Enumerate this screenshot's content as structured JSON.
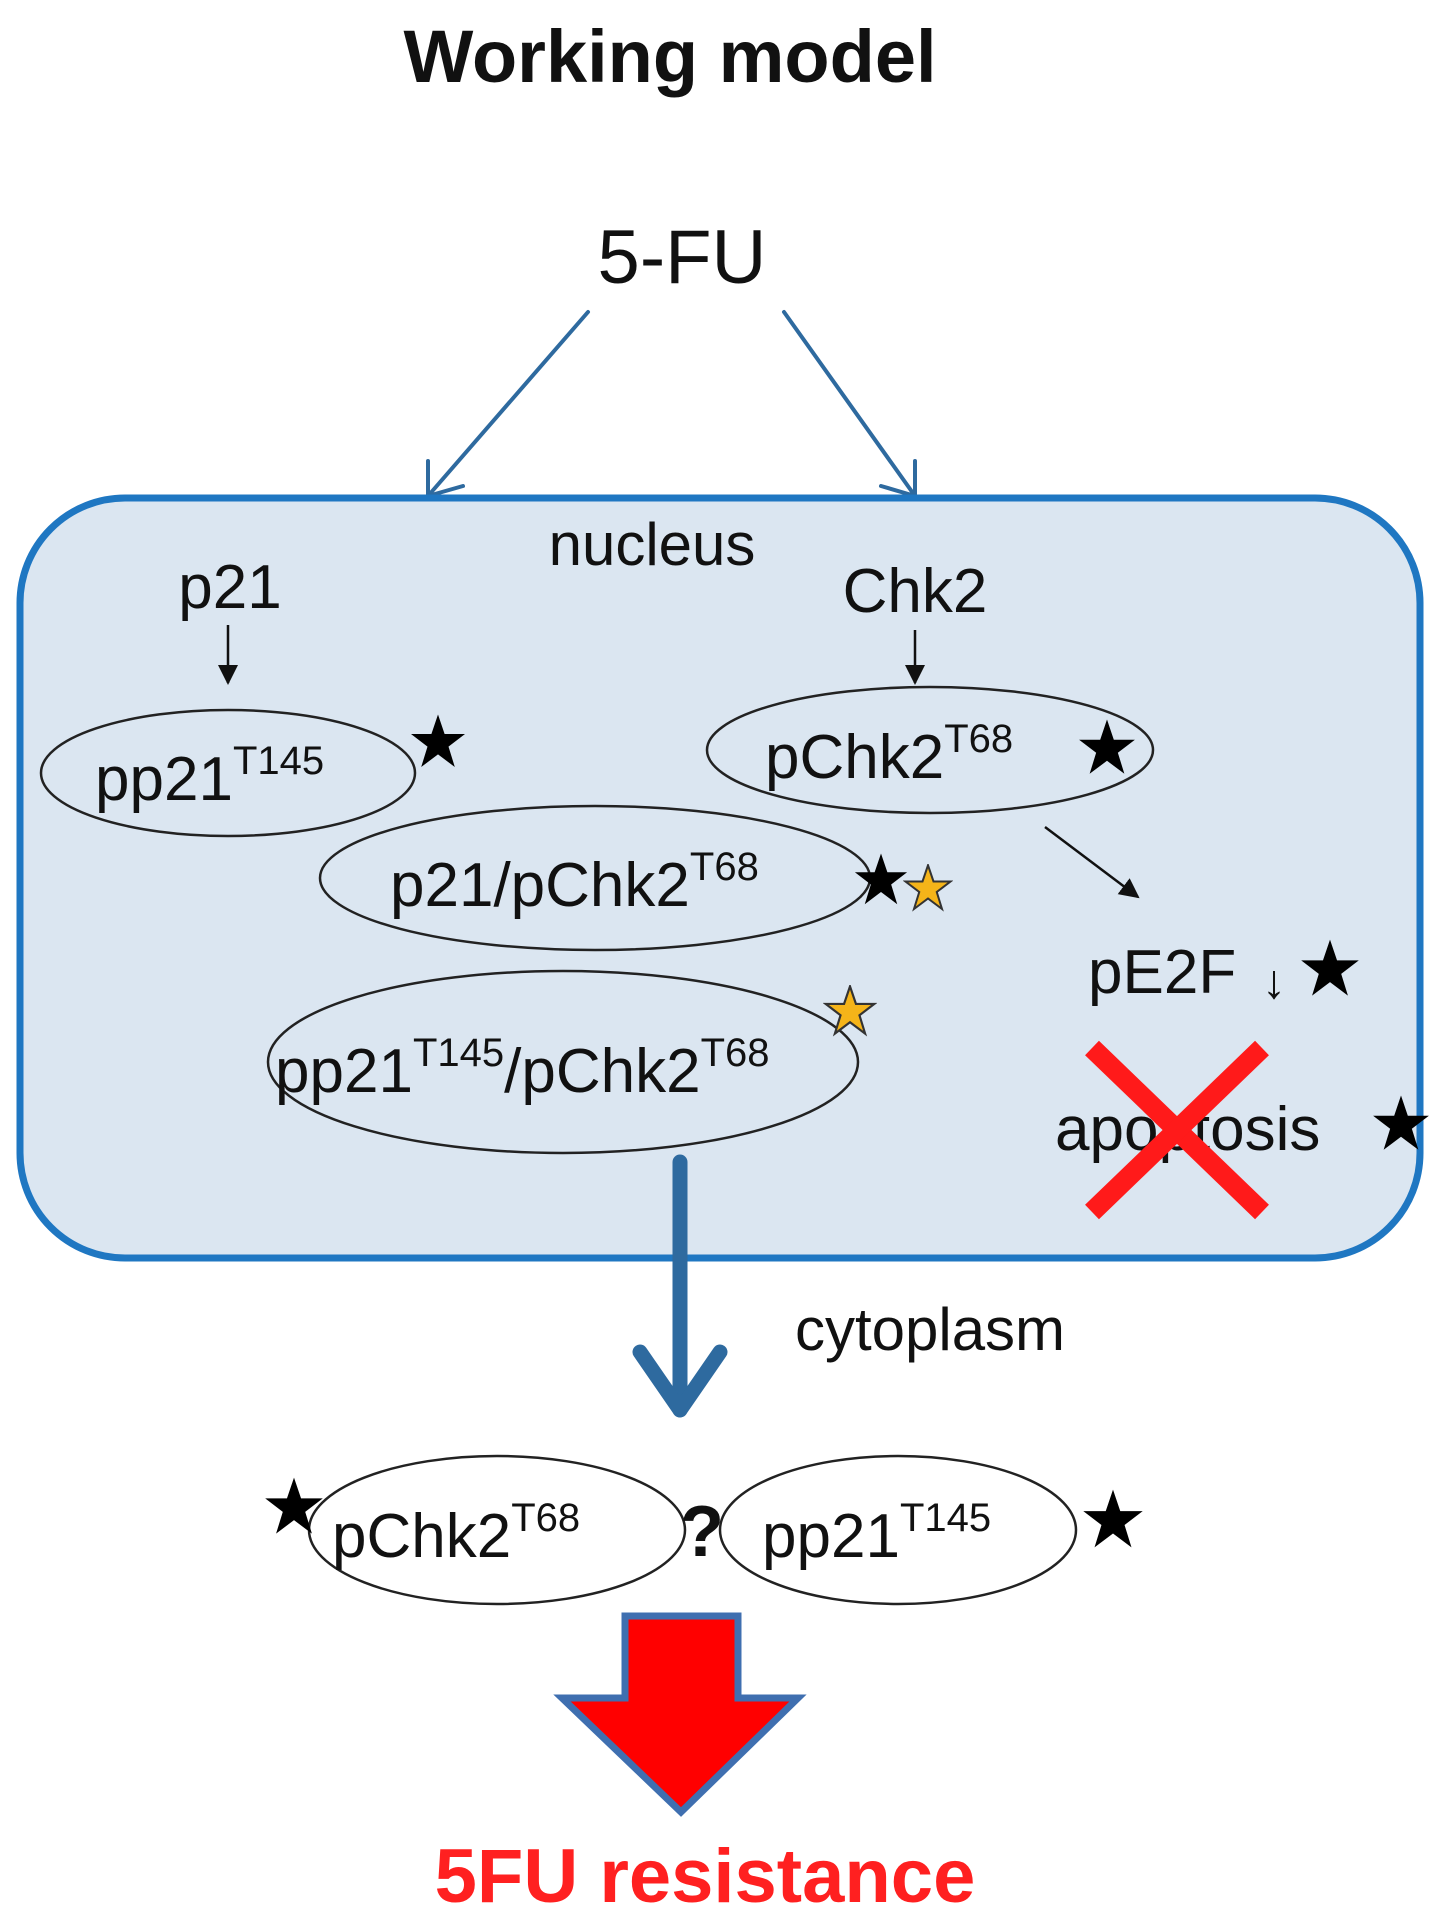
{
  "title": "Working model",
  "drug": "5-FU",
  "compartments": {
    "nucleus": "nucleus",
    "cytoplasm": "cytoplasm"
  },
  "nodes": {
    "p21": "p21",
    "chk2": "Chk2",
    "pp21": {
      "base": "pp21",
      "sup": "T145"
    },
    "pchk2": {
      "base": "pChk2",
      "sup": "T68"
    },
    "complex1": {
      "base": "p21/pChk2",
      "sup": "T68"
    },
    "complex2": {
      "base1": "pp21",
      "sup1": "T145",
      "base2": "/pChk2",
      "sup2": "T68"
    },
    "pe2f": "pE2F",
    "pe2f_arrow": "↓",
    "apoptosis": "apoptosis",
    "cyto_pchk2": {
      "base": "pChk2",
      "sup": "T68"
    },
    "cyto_pp21": {
      "base": "pp21",
      "sup": "T145"
    },
    "question": "?"
  },
  "outcome": "5FU resistance",
  "colors": {
    "nucleus_fill": "#dbe6f1",
    "nucleus_stroke": "#1f77c2",
    "arrow_blue": "#2e6a9f",
    "big_arrow_fill": "#ff0000",
    "big_arrow_stroke": "#3f6fb0",
    "cross_red": "#ff1a1a",
    "outcome_red": "#ff2020",
    "star_black": "#000000",
    "star_gold": "#f5b419"
  }
}
